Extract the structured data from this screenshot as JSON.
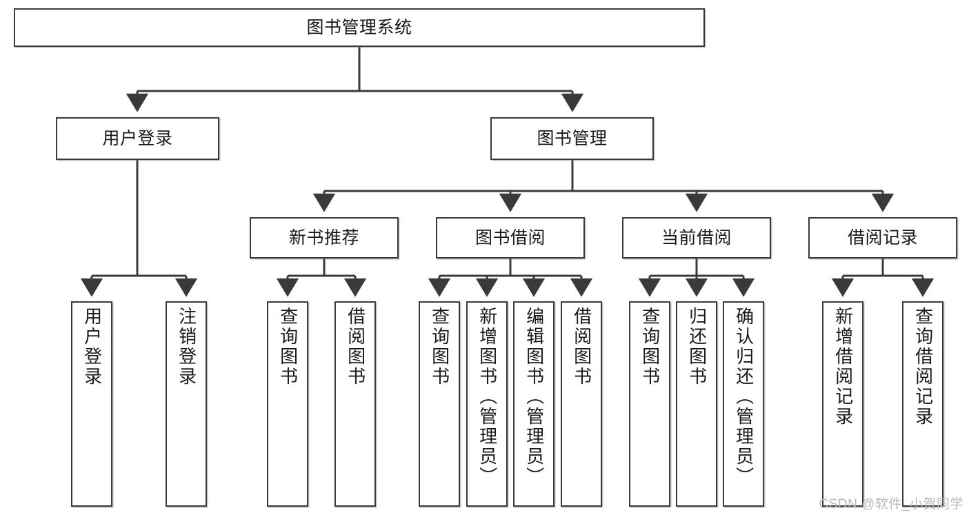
{
  "diagram": {
    "type": "tree",
    "title": "图书管理系统",
    "root": {
      "label": "图书管理系统"
    },
    "level2": [
      {
        "label": "用户登录"
      },
      {
        "label": "图书管理"
      }
    ],
    "level3": [
      {
        "label": "新书推荐"
      },
      {
        "label": "图书借阅"
      },
      {
        "label": "当前借阅"
      },
      {
        "label": "借阅记录"
      }
    ],
    "leaves": {
      "user_login": [
        {
          "label": "用户登录"
        },
        {
          "label": "注销登录"
        }
      ],
      "new_book_recommend": [
        {
          "label": "查询图书"
        },
        {
          "label": "借阅图书"
        }
      ],
      "book_borrow": [
        {
          "label": "查询图书"
        },
        {
          "label": "新增图书（管理员）"
        },
        {
          "label": "编辑图书（管理员）"
        },
        {
          "label": "借阅图书"
        }
      ],
      "current_borrow": [
        {
          "label": "查询图书"
        },
        {
          "label": "归还图书"
        },
        {
          "label": "确认归还（管理员）"
        }
      ],
      "borrow_record": [
        {
          "label": "新增借阅记录"
        },
        {
          "label": "查询借阅记录"
        }
      ]
    }
  },
  "watermark": {
    "text": "CSDN @软件_小贺同学"
  },
  "colors": {
    "stroke": "#3a3a3a",
    "fill": "#ffffff",
    "text": "#1a1a1a",
    "watermark": "#b9b9b9"
  }
}
